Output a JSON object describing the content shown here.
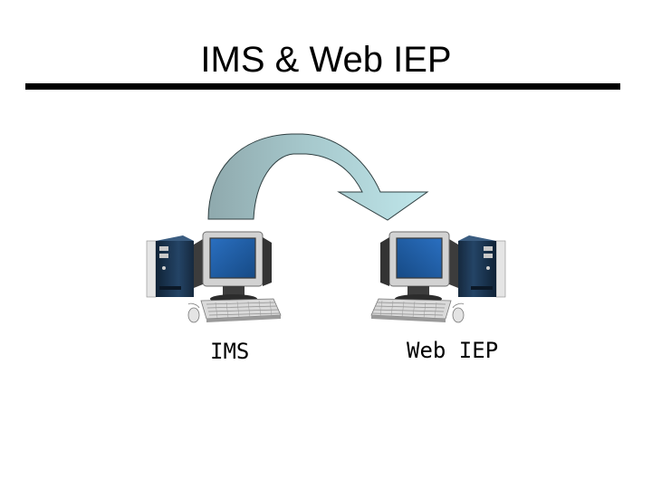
{
  "slide": {
    "title": "IMS & Web IEP"
  },
  "nodes": [
    {
      "id": "ims",
      "label": "IMS",
      "icon": "desktop-computer-icon"
    },
    {
      "id": "web-iep",
      "label": "Web IEP",
      "icon": "desktop-computer-icon"
    }
  ],
  "edges": [
    {
      "from": "ims",
      "to": "web-iep",
      "icon": "curved-arrow-icon"
    }
  ],
  "colors": {
    "arrow_left": "#8fa9ad",
    "arrow_right": "#b9e2e6",
    "tower": "#1c3550",
    "screen": "#1f5fa8",
    "monitor_frame": "#cfcfcf",
    "keyboard": "#d8d8d8"
  }
}
